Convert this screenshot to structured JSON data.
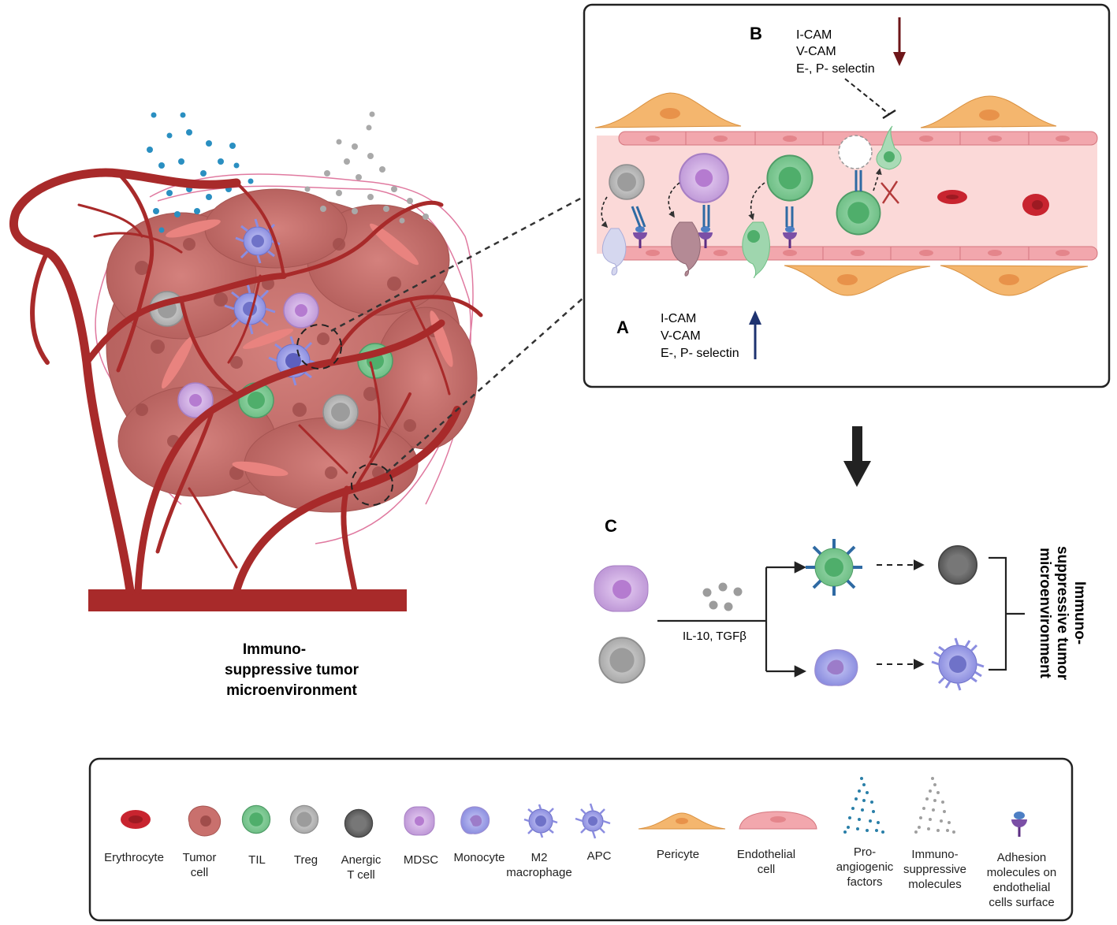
{
  "left_panel": {
    "caption": [
      "Immuno-",
      "suppressive tumor",
      "microenvironment"
    ]
  },
  "panel_b": {
    "label_a": "A",
    "label_b": "B",
    "molecules_a": [
      "I-CAM",
      "V-CAM",
      "E-, P- selectin"
    ],
    "molecules_b": [
      "I-CAM",
      "V-CAM",
      "E-, P- selectin"
    ],
    "colors": {
      "up_arrow": "#1e3370",
      "down_arrow": "#6e1619"
    }
  },
  "panel_c": {
    "label": "C",
    "cytokines": "IL-10, TGFβ",
    "side_label": [
      "Immuno-",
      "suppressive tumor",
      "microenvironment"
    ]
  },
  "legend": {
    "items": [
      {
        "icon": "erythrocyte-icon",
        "label": [
          "Erythrocyte"
        ]
      },
      {
        "icon": "tumor-cell-icon",
        "label": [
          "Tumor",
          "cell"
        ]
      },
      {
        "icon": "til-icon",
        "label": [
          "TIL"
        ]
      },
      {
        "icon": "treg-icon",
        "label": [
          "Treg"
        ]
      },
      {
        "icon": "anergic-t-cell-icon",
        "label": [
          "Anergic",
          "T cell"
        ]
      },
      {
        "icon": "mdsc-icon",
        "label": [
          "MDSC"
        ]
      },
      {
        "icon": "monocyte-icon",
        "label": [
          "Monocyte"
        ]
      },
      {
        "icon": "m2-macrophage-icon",
        "label": [
          "M2",
          "macrophage"
        ]
      },
      {
        "icon": "apc-icon",
        "label": [
          "APC"
        ]
      },
      {
        "icon": "pericyte-icon",
        "label": [
          "Pericyte"
        ]
      },
      {
        "icon": "endothelial-cell-icon",
        "label": [
          "Endothelial",
          "cell"
        ]
      },
      {
        "icon": "pro-angiogenic-factors-icon",
        "label": [
          "Pro-",
          "angiogenic",
          "factors"
        ]
      },
      {
        "icon": "immunosuppressive-molecules-icon",
        "label": [
          "Immuno-",
          "suppressive",
          "molecules"
        ]
      },
      {
        "icon": "adhesion-molecules-icon",
        "label": [
          "Adhesion",
          "molecules on",
          "endothelial",
          "cells surface"
        ]
      }
    ]
  },
  "colors": {
    "vessel": "#a82a2a",
    "tumor": "#c9706d",
    "til": "#6fbf86",
    "treg": "#b8b8b8",
    "anergic": "#6f6f6f",
    "mdsc": "#c9a2e0",
    "macrophage": "#9c9ee6",
    "pericyte": "#f2b36a",
    "endothelium": "#f2a7ad",
    "erythrocyte": "#c8242f"
  }
}
